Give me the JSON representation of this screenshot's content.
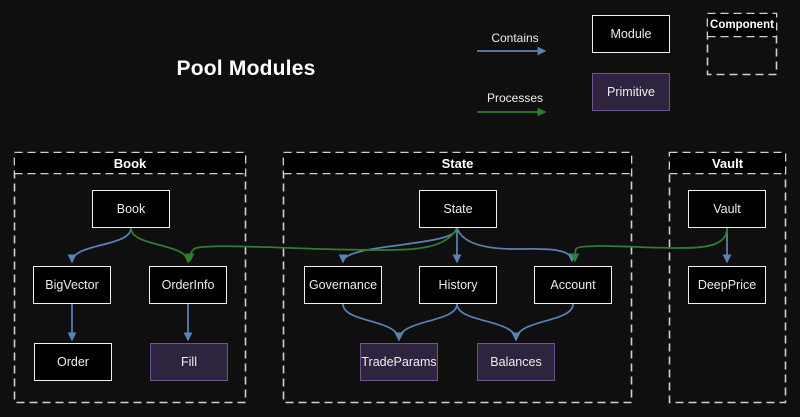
{
  "title": "Pool Modules",
  "colors": {
    "background": "#0f0f10",
    "contains": "#5a81b5",
    "processes": "#2f7d31",
    "module_fill": "#000000",
    "module_border": "#f0f0f0",
    "primitive_fill": "#2e2440",
    "primitive_border": "#6e5591",
    "container_border": "#cfcfcf"
  },
  "legend": {
    "contains": "Contains",
    "processes": "Processes",
    "module": "Module",
    "primitive": "Primitive",
    "component": "Component"
  },
  "containers": {
    "book": {
      "label": "Book",
      "nodes": {
        "book": "Book",
        "bigvector": "BigVector",
        "orderinfo": "OrderInfo",
        "order": "Order",
        "fill": "Fill"
      }
    },
    "state": {
      "label": "State",
      "nodes": {
        "state": "State",
        "governance": "Governance",
        "history": "History",
        "account": "Account",
        "tradeparams": "TradeParams",
        "balances": "Balances"
      }
    },
    "vault": {
      "label": "Vault",
      "nodes": {
        "vault": "Vault",
        "deepprice": "DeepPrice"
      }
    }
  },
  "edges": {
    "contains": [
      [
        "Book",
        "BigVector"
      ],
      [
        "BigVector",
        "Order"
      ],
      [
        "OrderInfo",
        "Fill"
      ],
      [
        "State",
        "Governance"
      ],
      [
        "State",
        "History"
      ],
      [
        "State",
        "Account"
      ],
      [
        "Governance",
        "TradeParams"
      ],
      [
        "History",
        "TradeParams"
      ],
      [
        "History",
        "Balances"
      ],
      [
        "Account",
        "Balances"
      ],
      [
        "Vault",
        "DeepPrice"
      ]
    ],
    "processes": [
      [
        "Book",
        "OrderInfo"
      ],
      [
        "State",
        "OrderInfo"
      ],
      [
        "Vault",
        "Account"
      ]
    ]
  }
}
